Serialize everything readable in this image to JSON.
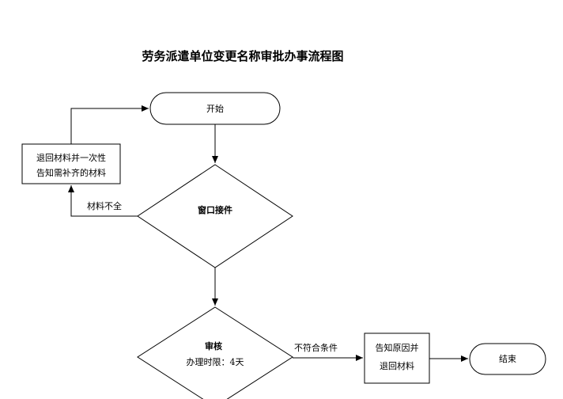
{
  "title": "劳务派遣单位变更名称审批办事流程图",
  "nodes": {
    "start": "开始",
    "return_line1": "退回材料并一次性",
    "return_line2": "告知需补齐的材料",
    "window": "窗口接件",
    "review": "审核",
    "review_limit": "办理时限：4天",
    "inform_line1": "告知原因并",
    "inform_line2": "退回材料",
    "end": "结束"
  },
  "edges": {
    "incomplete": "材料不全",
    "not_qualified": "不符合条件"
  }
}
